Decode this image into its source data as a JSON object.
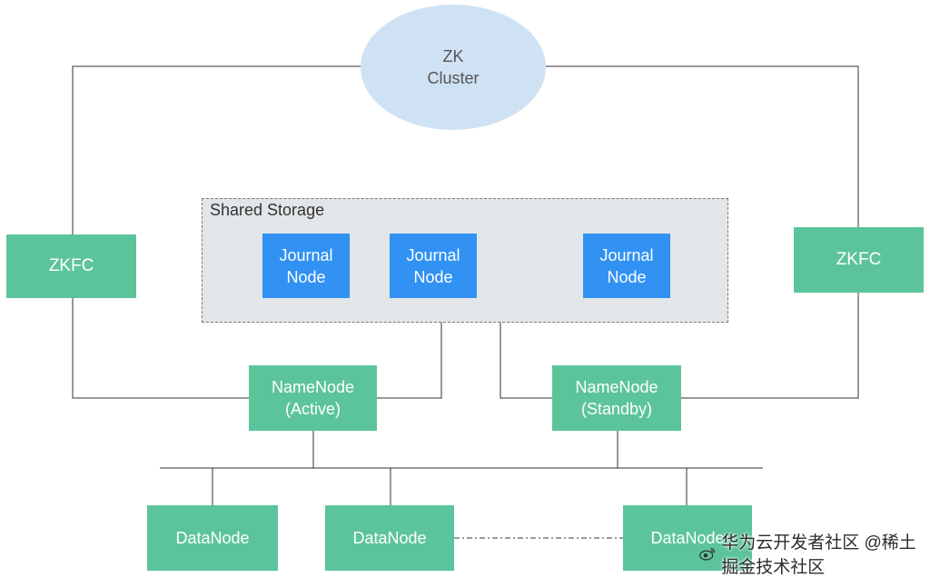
{
  "zk_cluster": {
    "line1": "ZK",
    "line2": "Cluster"
  },
  "zkfc_left": {
    "label": "ZKFC"
  },
  "zkfc_right": {
    "label": "ZKFC"
  },
  "shared_storage": {
    "title": "Shared Storage",
    "journal_nodes": [
      {
        "line1": "Journal",
        "line2": "Node"
      },
      {
        "line1": "Journal",
        "line2": "Node"
      },
      {
        "line1": "Journal",
        "line2": "Node"
      }
    ]
  },
  "namenode_active": {
    "line1": "NameNode",
    "line2": "(Active)"
  },
  "namenode_standby": {
    "line1": "NameNode",
    "line2": "(Standby)"
  },
  "datanodes": [
    {
      "label": "DataNode"
    },
    {
      "label": "DataNode"
    },
    {
      "label": "DataNode"
    }
  ],
  "watermark": {
    "text": "华为云开发者社区 @稀土掘金技术社区"
  },
  "colors": {
    "node_green": "#5cc49b",
    "journal_blue": "#3192f3",
    "zk_fill": "#cfe2f4",
    "storage_fill": "#e3e6e8",
    "connector": "#333333"
  }
}
